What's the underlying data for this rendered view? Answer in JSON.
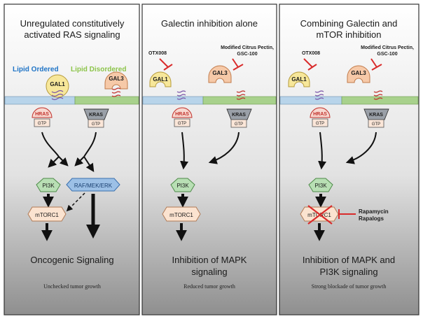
{
  "panels": [
    {
      "title_line1": "Unregulated constitutively",
      "title_line2": "activated RAS signaling",
      "lipid_ordered": "Lipid Ordered",
      "lipid_disordered": "Lipid Disordered",
      "gal1": "GAL1",
      "gal3": "GAL3",
      "hras": "HRAS",
      "kras": "KRAS",
      "gtp": "GTP",
      "pi3k": "PI3K",
      "raf": "RAF/MEK/ERK",
      "mtorc1": "mTORC1",
      "outcome_line1": "Oncogenic Signaling",
      "caption": "Unchecked tumor growth"
    },
    {
      "title_line1": "Galectin inhibition alone",
      "inhibitor1": "OTX008",
      "inhibitor2_line1": "Modified Citrus Pectin,",
      "inhibitor2_line2": "GSC-100",
      "gal1": "GAL1",
      "gal3": "GAL3",
      "hras": "HRAS",
      "kras": "KRAS",
      "gtp": "GTP",
      "pi3k": "PI3K",
      "mtorc1": "mTORC1",
      "outcome_line1": "Inhibition of MAPK",
      "outcome_line2": "signaling",
      "caption": "Reduced tumor growth"
    },
    {
      "title_line1": "Combining Galectin and",
      "title_line2": "mTOR inhibition",
      "inhibitor1": "OTX008",
      "inhibitor2_line1": "Modified Citrus Pectin,",
      "inhibitor2_line2": "GSC-100",
      "gal1": "GAL1",
      "gal3": "GAL3",
      "hras": "HRAS",
      "kras": "KRAS",
      "gtp": "GTP",
      "pi3k": "PI3K",
      "mtorc1": "mTORC1",
      "drug_line1": "Rapamycin",
      "drug_line2": "Rapalogs",
      "outcome_line1": "Inhibition of MAPK and",
      "outcome_line2": "PI3K signaling",
      "caption": "Strong blockade of tumor growth"
    }
  ],
  "colors": {
    "lipid_ordered": "#1f74c6",
    "lipid_disordered": "#8cc44a",
    "membrane_blue": "#b8d4ea",
    "membrane_green": "#a8d18c",
    "gal1_fill": "#f7e79a",
    "gal3_fill": "#f6c9a8",
    "inhibitor_red": "#d92b2b"
  }
}
